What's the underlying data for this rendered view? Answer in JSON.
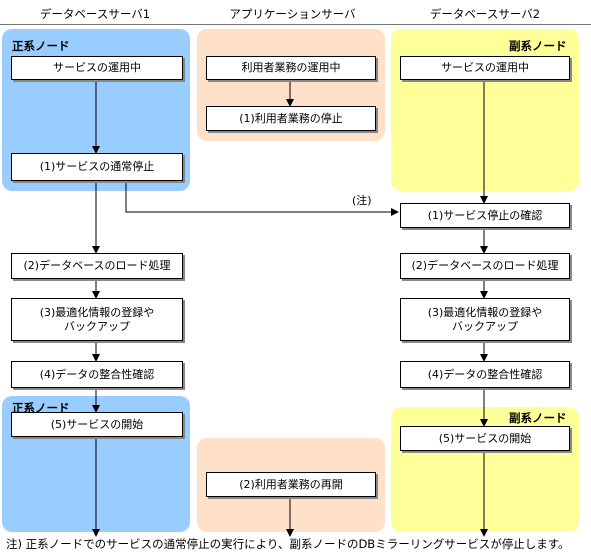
{
  "columns": {
    "db1": "データベースサーバ1",
    "app": "アプリケーションサーバ",
    "db2": "データベースサーバ2"
  },
  "panels": {
    "primary_top": "正系ノード",
    "secondary_top": "副系ノード",
    "primary_bottom": "正系ノード",
    "secondary_bottom": "副系ノード"
  },
  "boxes": {
    "db1_service_running": "サービスの運用中",
    "db1_normal_stop": "(1)サービスの通常停止",
    "app_business_running": "利用者業務の運用中",
    "app_business_stop": "(1)利用者業務の停止",
    "db2_service_running": "サービスの運用中",
    "db2_confirm_stop": "(1)サービス停止の確認",
    "db1_db_load": "(2)データベースのロード処理",
    "db2_db_load": "(2)データベースのロード処理",
    "db1_optimize": "(3)最適化情報の登録や\nバックアップ",
    "db2_optimize": "(3)最適化情報の登録や\nバックアップ",
    "db1_integrity": "(4)データの整合性確認",
    "db2_integrity": "(4)データの整合性確認",
    "db1_service_start": "(5)サービスの開始",
    "db2_service_start": "(5)サービスの開始",
    "app_business_resume": "(2)利用者業務の再開"
  },
  "note_tag": "(注)",
  "footnote": "注) 正系ノードでのサービスの通常停止の実行により、副系ノードのDBミラーリングサービスが停止します。"
}
